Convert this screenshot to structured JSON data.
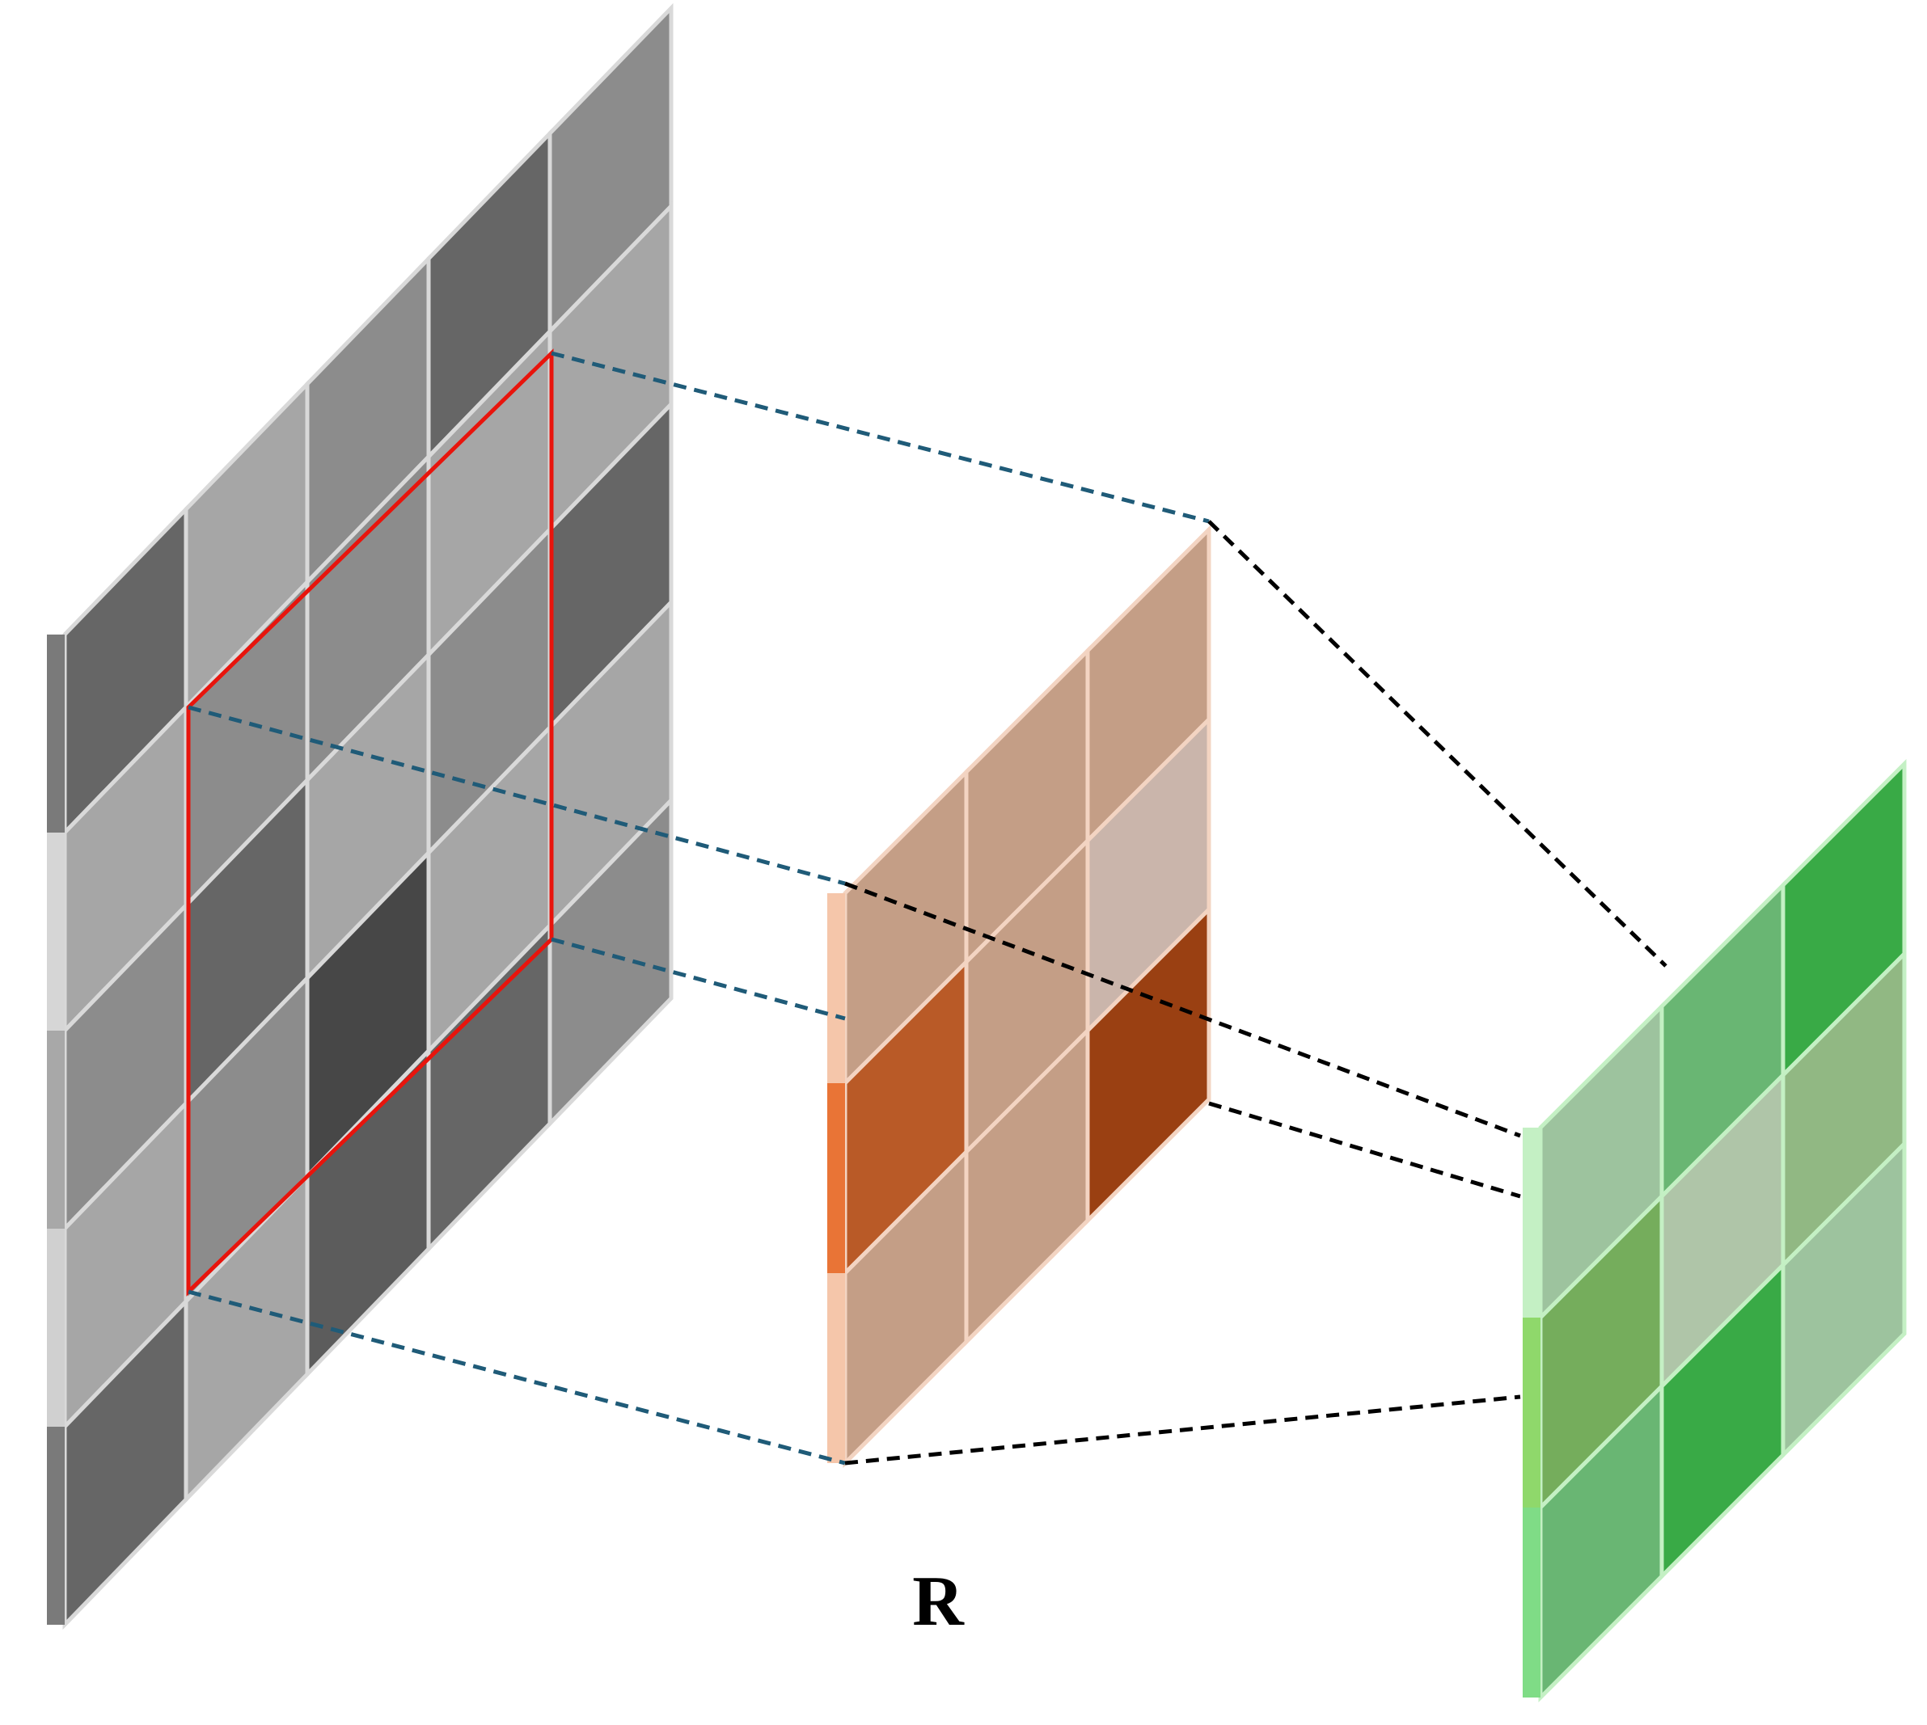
{
  "diagram": {
    "label": "R",
    "colors": {
      "frame": "#e8140c",
      "blue_dash": "#1f5b78",
      "black_dash": "#000000"
    },
    "input_grid": {
      "rows": 5,
      "cols": 5,
      "shades": [
        [
          "#666666",
          "#a6a6a6",
          "#8c8c8c",
          "#666666",
          "#8c8c8c"
        ],
        [
          "#a6a6a6",
          "#8c8c8c",
          "#8c8c8c",
          "#a6a6a6",
          "#a6a6a6"
        ],
        [
          "#8c8c8c",
          "#666666",
          "#a6a6a6",
          "#8c8c8c",
          "#666666"
        ],
        [
          "#a6a6a6",
          "#8c8c8c",
          "#474747",
          "#a6a6a6",
          "#a6a6a6"
        ],
        [
          "#666666",
          "#a6a6a6",
          "#5c5c5c",
          "#666666",
          "#8c8c8c"
        ]
      ]
    },
    "kernel_grid": {
      "rows": 3,
      "cols": 3,
      "shades": [
        [
          "#c49e86",
          "#c49e86",
          "#c49e86"
        ],
        [
          "#b95a27",
          "#c49e86",
          "#cab5ab"
        ],
        [
          "#c49e86",
          "#c49e86",
          "#9a4012"
        ]
      ]
    },
    "output_grid": {
      "rows": 3,
      "cols": 3,
      "shades": [
        [
          "#9dc39e",
          "#69b673",
          "#39aa46"
        ],
        [
          "#75ad5c",
          "#afc5a8",
          "#91b883"
        ],
        [
          "#69b673",
          "#39aa46",
          "#9dc39e"
        ]
      ]
    }
  }
}
